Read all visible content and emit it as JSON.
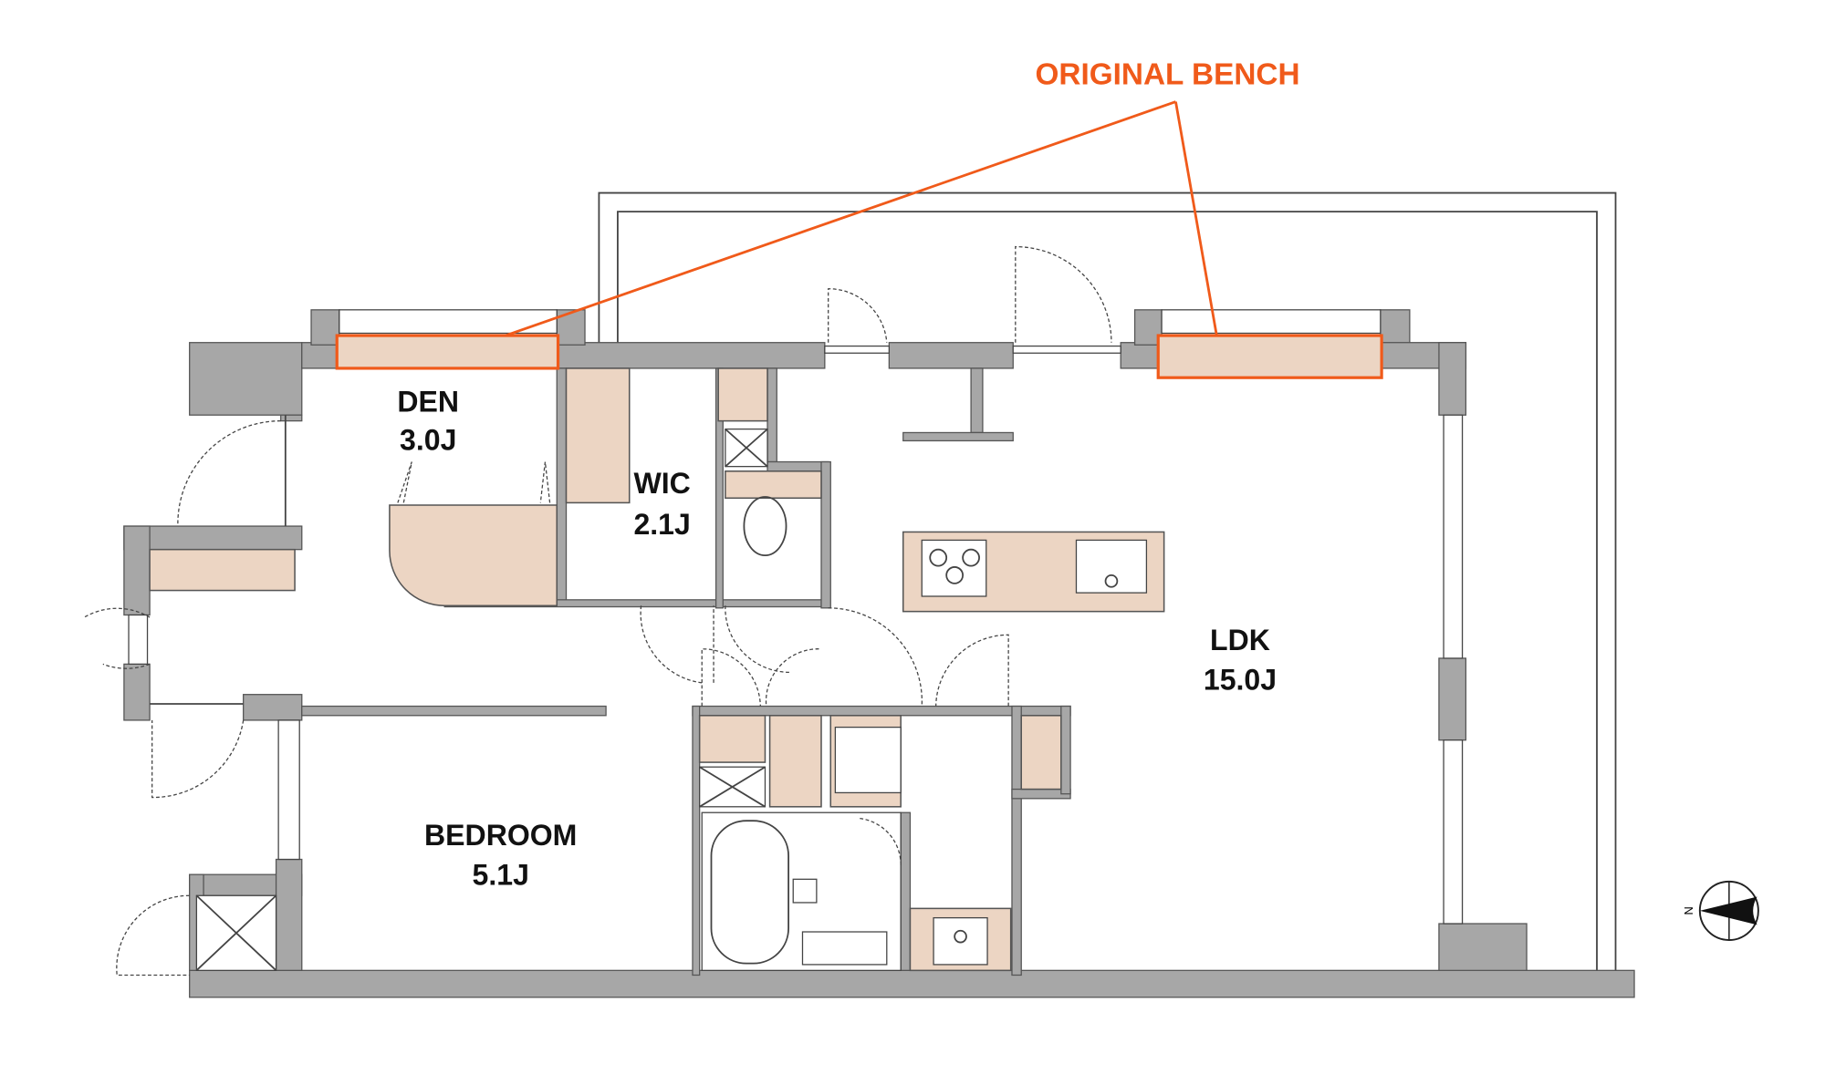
{
  "annotation": {
    "label": "ORIGINAL BENCH",
    "color": "#f05a1a"
  },
  "rooms": [
    {
      "name": "DEN",
      "size": "3.0J"
    },
    {
      "name": "WIC",
      "size": "2.1J"
    },
    {
      "name": "LDK",
      "size": "15.0J"
    },
    {
      "name": "BEDROOM",
      "size": "5.1J"
    }
  ],
  "compass": {
    "label": "N"
  },
  "colors": {
    "wall": "#a7a7a7",
    "fixture": "#ecd5c3",
    "highlight": "#f05a1a"
  }
}
